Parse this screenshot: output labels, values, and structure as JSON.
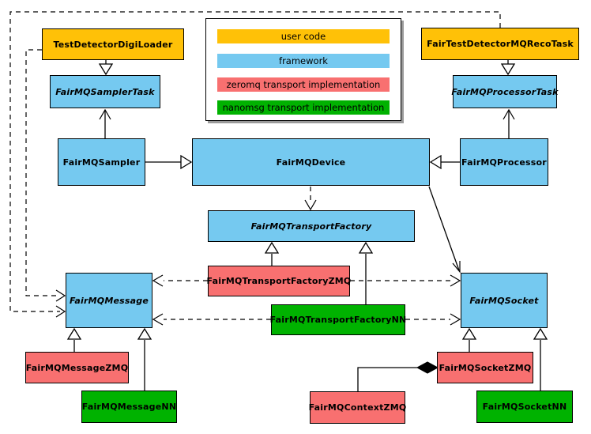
{
  "palette": {
    "user_code": "#FFC107",
    "framework": "#75C9F0",
    "zeromq": "#F87070",
    "nanomsg": "#00B200"
  },
  "legend": {
    "items": [
      {
        "label": "user code",
        "category": "user_code"
      },
      {
        "label": "framework",
        "category": "framework"
      },
      {
        "label": "zeromq transport implementation",
        "category": "zeromq"
      },
      {
        "label": "nanomsg transport implementation",
        "category": "nanomsg"
      }
    ]
  },
  "nodes": {
    "test_detector_digi_loader": {
      "label": "TestDetectorDigiLoader",
      "category": "user_code",
      "abstract": false
    },
    "fair_test_detector_mq_reco_task": {
      "label": "FairTestDetectorMQRecoTask",
      "category": "user_code",
      "abstract": false
    },
    "fairmq_sampler_task": {
      "label": "FairMQSamplerTask",
      "category": "framework",
      "abstract": true
    },
    "fairmq_processor_task": {
      "label": "FairMQProcessorTask",
      "category": "framework",
      "abstract": true
    },
    "fairmq_sampler": {
      "label": "FairMQSampler",
      "category": "framework",
      "abstract": false
    },
    "fairmq_device": {
      "label": "FairMQDevice",
      "category": "framework",
      "abstract": false
    },
    "fairmq_processor": {
      "label": "FairMQProcessor",
      "category": "framework",
      "abstract": false
    },
    "fairmq_transport_factory": {
      "label": "FairMQTransportFactory",
      "category": "framework",
      "abstract": true
    },
    "fairmq_transport_factory_zmq": {
      "label": "FairMQTransportFactoryZMQ",
      "category": "zeromq",
      "abstract": false
    },
    "fairmq_transport_factory_nn": {
      "label": "FairMQTransportFactoryNN",
      "category": "nanomsg",
      "abstract": false
    },
    "fairmq_message": {
      "label": "FairMQMessage",
      "category": "framework",
      "abstract": true
    },
    "fairmq_socket": {
      "label": "FairMQSocket",
      "category": "framework",
      "abstract": true
    },
    "fairmq_message_zmq": {
      "label": "FairMQMessageZMQ",
      "category": "zeromq",
      "abstract": false
    },
    "fairmq_message_nn": {
      "label": "FairMQMessageNN",
      "category": "nanomsg",
      "abstract": false
    },
    "fairmq_socket_zmq": {
      "label": "FairMQSocketZMQ",
      "category": "zeromq",
      "abstract": false
    },
    "fairmq_socket_nn": {
      "label": "FairMQSocketNN",
      "category": "nanomsg",
      "abstract": false
    },
    "fairmq_context_zmq": {
      "label": "FairMQContextZMQ",
      "category": "zeromq",
      "abstract": false
    }
  },
  "edges": [
    {
      "from": "TestDetectorDigiLoader",
      "to": "FairMQSamplerTask",
      "type": "inheritance"
    },
    {
      "from": "FairTestDetectorMQRecoTask",
      "to": "FairMQProcessorTask",
      "type": "inheritance"
    },
    {
      "from": "FairMQSampler",
      "to": "FairMQSamplerTask",
      "type": "association"
    },
    {
      "from": "FairMQProcessor",
      "to": "FairMQProcessorTask",
      "type": "association"
    },
    {
      "from": "FairMQSampler",
      "to": "FairMQDevice",
      "type": "inheritance"
    },
    {
      "from": "FairMQProcessor",
      "to": "FairMQDevice",
      "type": "inheritance"
    },
    {
      "from": "FairMQDevice",
      "to": "FairMQTransportFactory",
      "type": "dependency"
    },
    {
      "from": "FairMQDevice",
      "to": "FairMQSocket",
      "type": "association"
    },
    {
      "from": "TestDetectorDigiLoader",
      "to": "FairMQMessage",
      "type": "dependency"
    },
    {
      "from": "FairTestDetectorMQRecoTask",
      "to": "FairMQMessage",
      "type": "dependency"
    },
    {
      "from": "FairMQTransportFactoryZMQ",
      "to": "FairMQTransportFactory",
      "type": "inheritance"
    },
    {
      "from": "FairMQTransportFactoryNN",
      "to": "FairMQTransportFactory",
      "type": "inheritance"
    },
    {
      "from": "FairMQTransportFactoryZMQ",
      "to": "FairMQMessage",
      "type": "dependency"
    },
    {
      "from": "FairMQTransportFactoryZMQ",
      "to": "FairMQSocket",
      "type": "dependency"
    },
    {
      "from": "FairMQTransportFactoryNN",
      "to": "FairMQMessage",
      "type": "dependency"
    },
    {
      "from": "FairMQTransportFactoryNN",
      "to": "FairMQSocket",
      "type": "dependency"
    },
    {
      "from": "FairMQMessageZMQ",
      "to": "FairMQMessage",
      "type": "inheritance"
    },
    {
      "from": "FairMQMessageNN",
      "to": "FairMQMessage",
      "type": "inheritance"
    },
    {
      "from": "FairMQSocketZMQ",
      "to": "FairMQSocket",
      "type": "inheritance"
    },
    {
      "from": "FairMQSocketNN",
      "to": "FairMQSocket",
      "type": "inheritance"
    },
    {
      "from": "FairMQSocketZMQ",
      "to": "FairMQContextZMQ",
      "type": "composition"
    }
  ]
}
